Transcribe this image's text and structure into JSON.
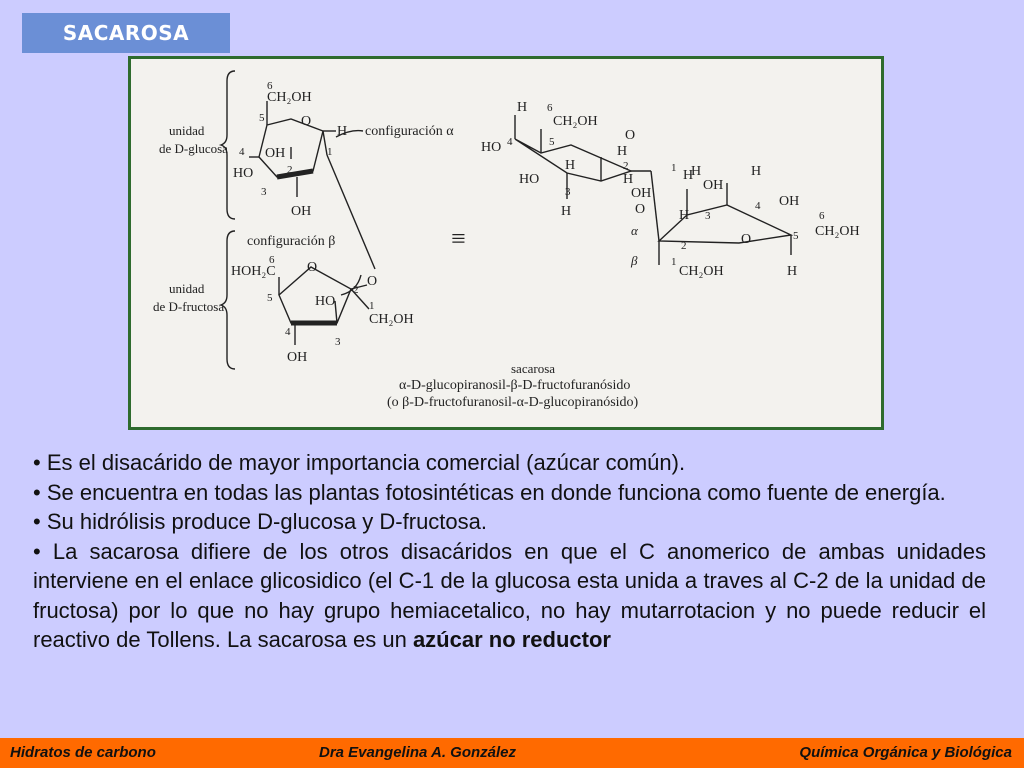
{
  "slide": {
    "title": "SACAROSA"
  },
  "figure": {
    "unidad_glucosa_1": "unidad",
    "unidad_glucosa_2": "de D-glucosa",
    "unidad_fructosa_1": "unidad",
    "unidad_fructosa_2": "de D-fructosa",
    "config_alpha": "configuración α",
    "config_beta": "configuración β",
    "ch2oh": "CH₂OH",
    "hoh2c": "HOH₂C",
    "oh": "OH",
    "ho": "HO",
    "h": "H",
    "o": "O",
    "n1": "1",
    "n2": "2",
    "n3": "3",
    "n4": "4",
    "n5": "5",
    "n6": "6",
    "alpha": "α",
    "beta": "β",
    "equiv": "≡",
    "caption_1": "sacarosa",
    "caption_2": "α-D-glucopiranosil-β-D-fructofuranósido",
    "caption_3": "(o β-D-fructofuranosil-α-D-glucopiranósido)"
  },
  "body": {
    "b1": "• Es el disacárido de mayor importancia comercial (azúcar común).",
    "b2": "• Se encuentra en todas las plantas fotosintéticas en donde funciona como fuente de energía.",
    "b3": "• Su hidrólisis produce D-glucosa y D-fructosa.",
    "b4": "• La sacarosa difiere de los otros disacáridos en que el C anomerico de ambas unidades interviene en el enlace glicosidico (el C-1 de la glucosa esta unida a traves al C-2 de la unidad de fructosa) por lo que no hay grupo hemiacetalico, no hay mutarrotacion y no puede reducir el reactivo de Tollens. La sacarosa es un ",
    "b4_bold": "azúcar no reductor"
  },
  "footer": {
    "left": "Hidratos de carbono",
    "center": "Dra Evangelina A. González",
    "right": "Química Orgánica y Biológica"
  },
  "colors": {
    "background": "#ccccff",
    "title_box": "#6b8fd6",
    "figure_border": "#2e6b2e",
    "footer": "#ff6a00"
  }
}
